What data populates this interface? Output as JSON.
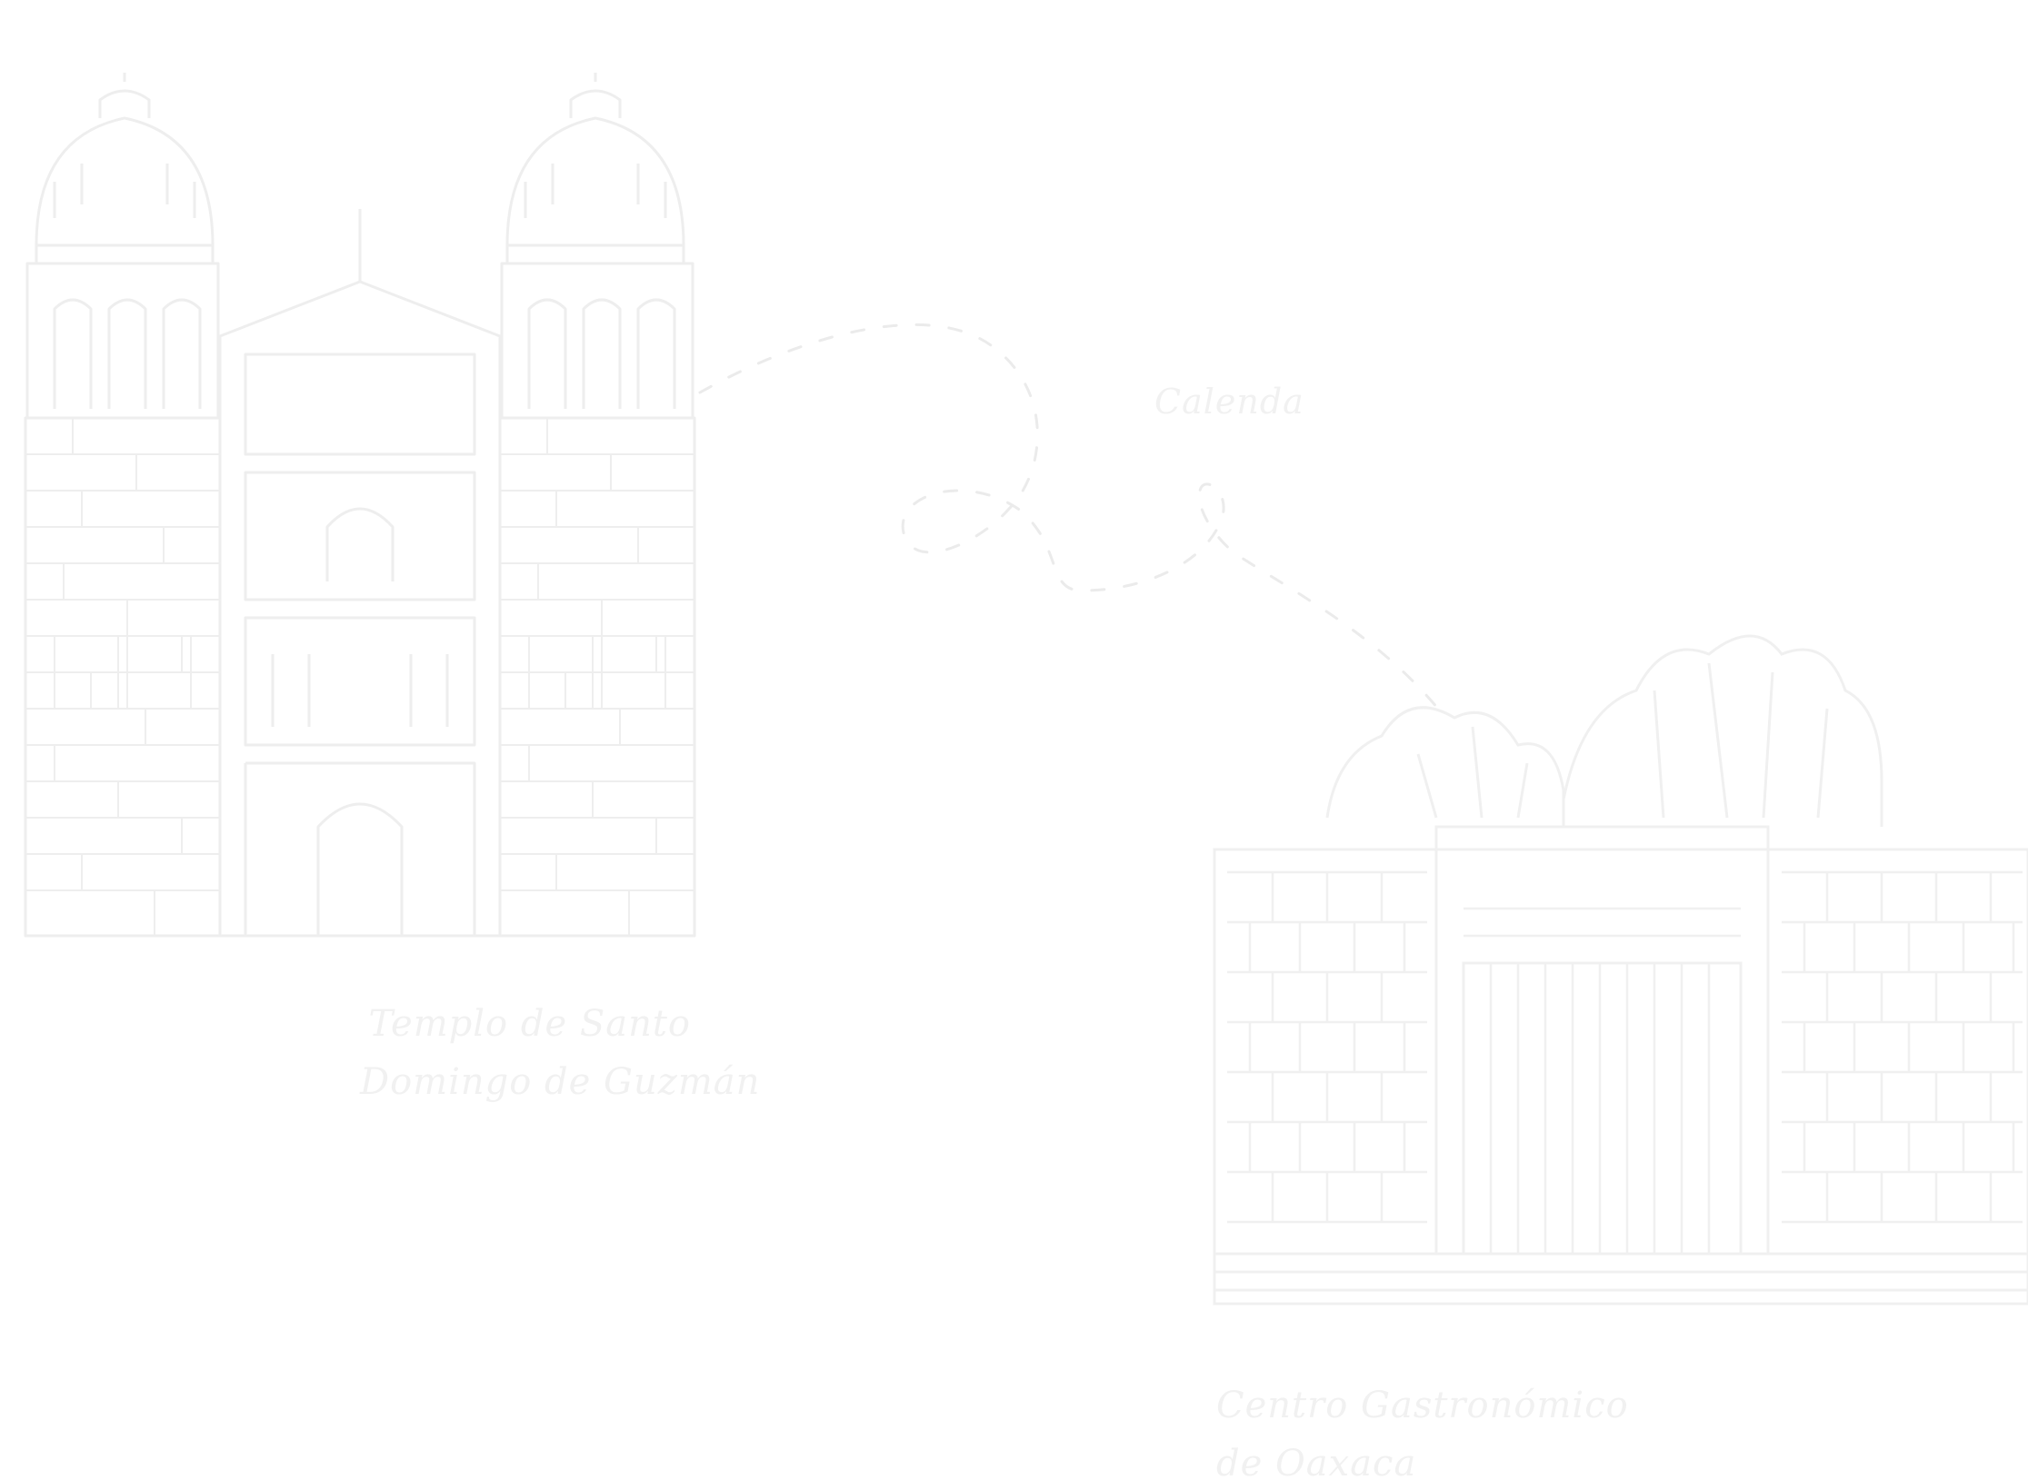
{
  "palette": {
    "background": "#ffffff",
    "line": "#f0f0f0",
    "text": "#f1f1f1"
  },
  "landmarks": {
    "temple": {
      "icon": "church-illustration",
      "label_line1": "Templo de Santo",
      "label_line2": "Domingo de Guzmán"
    },
    "calenda": {
      "icon": "dashed-route-path",
      "label": "Calenda"
    },
    "centro": {
      "icon": "gastronomic-center-building-illustration",
      "label_line1": "Centro Gastronómico",
      "label_line2": "de Oaxaca"
    }
  }
}
